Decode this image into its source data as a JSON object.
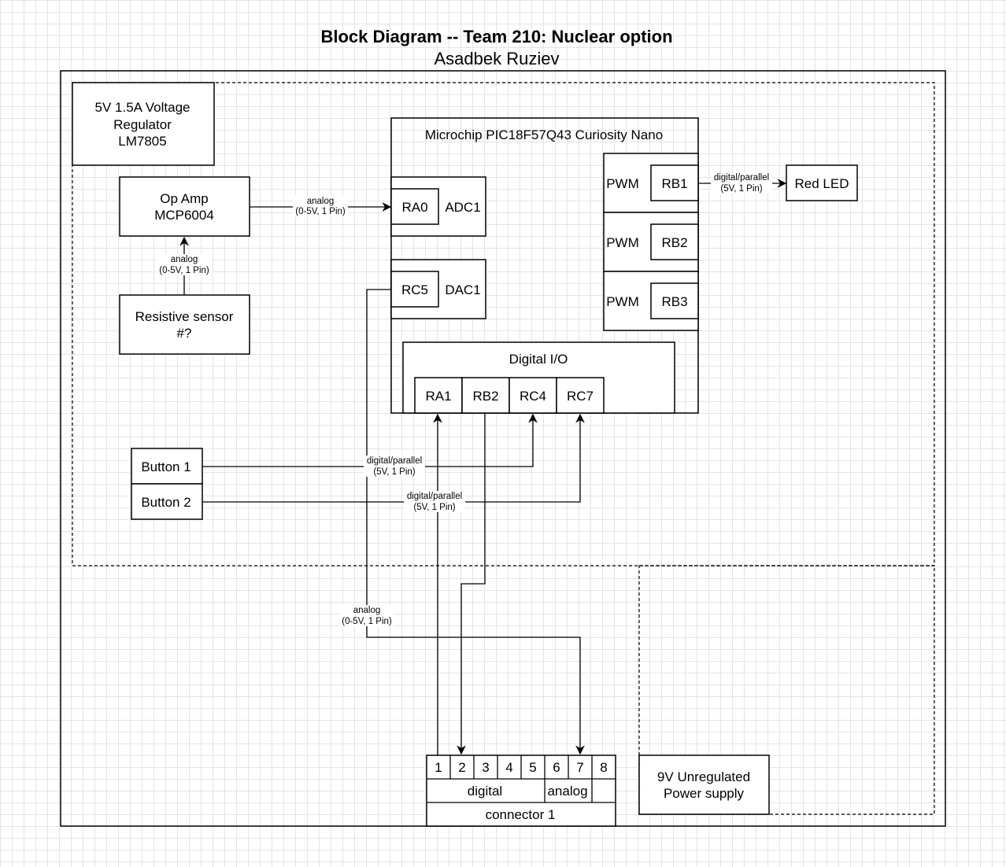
{
  "title": "Block Diagram -- Team 210: Nuclear option",
  "author": "Asadbek Ruziev",
  "blocks": {
    "regulator": [
      "5V 1.5A Voltage",
      "Regulator",
      "LM7805"
    ],
    "opamp": [
      "Op Amp",
      "MCP6004"
    ],
    "sensor": [
      "Resistive sensor",
      "#?"
    ],
    "mcu": "Microchip PIC18F57Q43 Curiosity Nano",
    "ra0": "RA0",
    "adc1": "ADC1",
    "rc5": "RC5",
    "dac1": "DAC1",
    "pwm1": "PWM",
    "rb1": "RB1",
    "pwm2": "PWM",
    "rb2": "RB2",
    "pwm3": "PWM",
    "rb3": "RB3",
    "digital_io": "Digital I/O",
    "io_pins": [
      "RA1",
      "RB2",
      "RC4",
      "RC7"
    ],
    "red_led": "Red LED",
    "button1": "Button 1",
    "button2": "Button 2",
    "power_supply": [
      "9V Unregulated",
      "Power supply"
    ],
    "connector_pins": [
      "1",
      "2",
      "3",
      "4",
      "5",
      "6",
      "7",
      "8"
    ],
    "connector_digital": "digital",
    "connector_analog": "analog",
    "connector_name": "connector 1"
  },
  "edge_labels": {
    "opamp_to_ra0": [
      "analog",
      "(0-5V, 1 Pin)"
    ],
    "sensor_to_opamp": [
      "analog",
      "(0-5V, 1 Pin)"
    ],
    "rb1_to_led": [
      "digital/parallel",
      "(5V, 1 Pin)"
    ],
    "button1_to_rc4": [
      "digital/parallel",
      "(5V, 1 Pin)"
    ],
    "button2_to_rc7": [
      "digital/parallel",
      "(5V, 1 Pin)"
    ],
    "rc5_to_connector": [
      "analog",
      "(0-5V, 1 Pin)"
    ]
  }
}
